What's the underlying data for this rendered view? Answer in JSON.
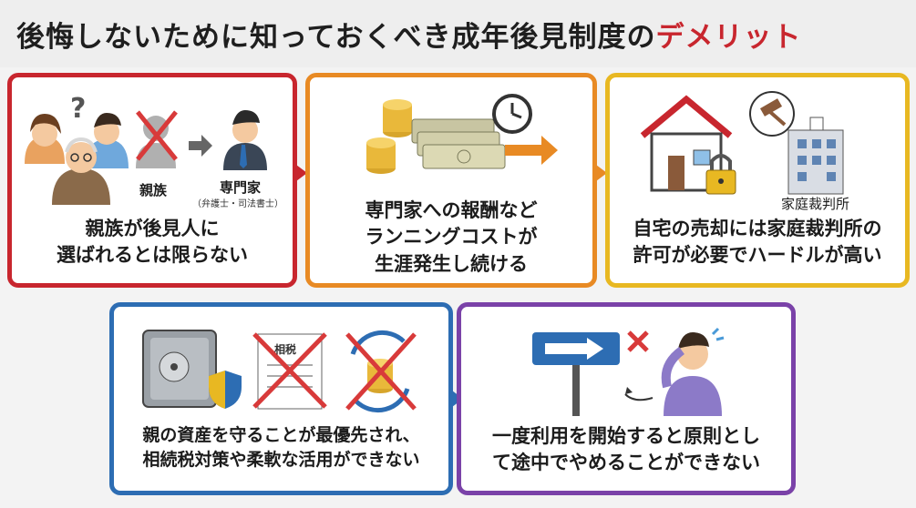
{
  "title": {
    "main": "後悔しないために知っておくべき成年後見制度の",
    "accent": "デメリット"
  },
  "cards": [
    {
      "caption_line1": "親族が後見人に",
      "caption_line2": "選ばれるとは限らない",
      "label_family": "親族",
      "label_expert": "専門家",
      "label_expert_sub": "（弁護士・司法書士）",
      "question_mark": "?"
    },
    {
      "caption_line1": "専門家への報酬など",
      "caption_line2": "ランニングコストが",
      "caption_line3": "生涯発生し続ける"
    },
    {
      "caption_line1": "自宅の売却には家庭裁判所の",
      "caption_line2": "許可が必要でハードルが高い",
      "label_court": "家庭裁判所"
    },
    {
      "caption_line1": "親の資産を守ることが最優先され、",
      "caption_line2": "相続税対策や柔軟な活用ができない",
      "label_tax": "相税"
    },
    {
      "caption_line1": "一度利用を開始すると原則とし",
      "caption_line2": "て途中でやめることができない"
    }
  ],
  "colors": {
    "card1": "#c8262e",
    "card2": "#e88a24",
    "card3": "#e8b822",
    "card4": "#2d6db3",
    "card5": "#7a42a8",
    "accent": "#c8262e"
  }
}
